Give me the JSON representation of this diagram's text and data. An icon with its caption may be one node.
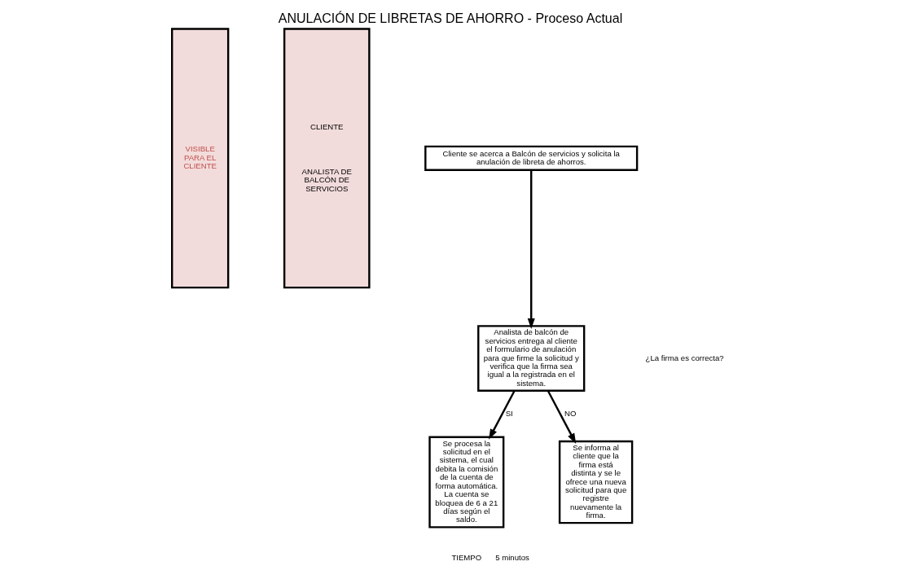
{
  "diagram": {
    "title": "ANULACIÓN DE LIBRETAS DE AHORRO - Proceso Actual",
    "nodes": [
      {
        "text": [
          "VISIBLE PARA EL CLIENTE"
        ]
      },
      {
        "text": [
          "CLIENTE",
          "ANALISTA DE BALCÓN DE SERVICIOS"
        ]
      },
      {
        "text": [
          "Cliente se acerca a Balcón de servicios y solicita la anulación de libreta de ahorros."
        ]
      },
      {
        "text": [
          "Analista de balcón de servicios entrega al cliente el formulario de anulación para que firme la solicitud y verifica que la firma sea igual a la registrada en el sistema."
        ]
      },
      {
        "text": [
          "Se procesa la solicitud en el sistema, el cual debita la comisión de la cuenta de forma automática. La cuenta se bloquea de 6 a 21 días según el saldo."
        ]
      },
      {
        "text": [
          "Se informa al cliente que la firma está distinta y se le ofrece una nueva solicitud para que registre nuevamente la firma."
        ]
      }
    ],
    "edges": [
      {
        "from": 2,
        "to": 3,
        "arrow": "to"
      },
      {
        "from": 3,
        "to": 4,
        "arrow": "to",
        "label": "SI"
      },
      {
        "from": 3,
        "to": 5,
        "arrow": "to",
        "label": "NO"
      }
    ],
    "labels": [
      "¿La firma es correcta?",
      "TIEMPO",
      "5 minutos"
    ]
  }
}
